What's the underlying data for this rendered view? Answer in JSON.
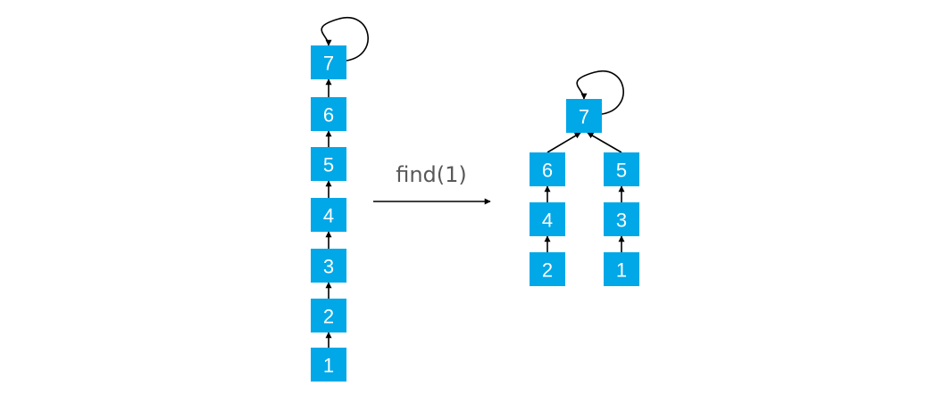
{
  "colors": {
    "node_fill": "#00a8e8",
    "node_text": "#ffffff",
    "edge": "#000000",
    "operation_text": "#595959"
  },
  "before": {
    "nodes": [
      "7",
      "6",
      "5",
      "4",
      "3",
      "2",
      "1"
    ],
    "edges": [
      {
        "from": "1",
        "to": "2"
      },
      {
        "from": "2",
        "to": "3"
      },
      {
        "from": "3",
        "to": "4"
      },
      {
        "from": "4",
        "to": "5"
      },
      {
        "from": "5",
        "to": "6"
      },
      {
        "from": "6",
        "to": "7"
      },
      {
        "from": "7",
        "to": "7"
      }
    ]
  },
  "operation": {
    "label": "find(1)"
  },
  "after": {
    "nodes": [
      "7",
      "6",
      "5",
      "4",
      "3",
      "2",
      "1"
    ],
    "edges": [
      {
        "from": "2",
        "to": "4"
      },
      {
        "from": "4",
        "to": "6"
      },
      {
        "from": "1",
        "to": "3"
      },
      {
        "from": "3",
        "to": "5"
      },
      {
        "from": "6",
        "to": "7"
      },
      {
        "from": "5",
        "to": "7"
      },
      {
        "from": "7",
        "to": "7"
      }
    ]
  }
}
